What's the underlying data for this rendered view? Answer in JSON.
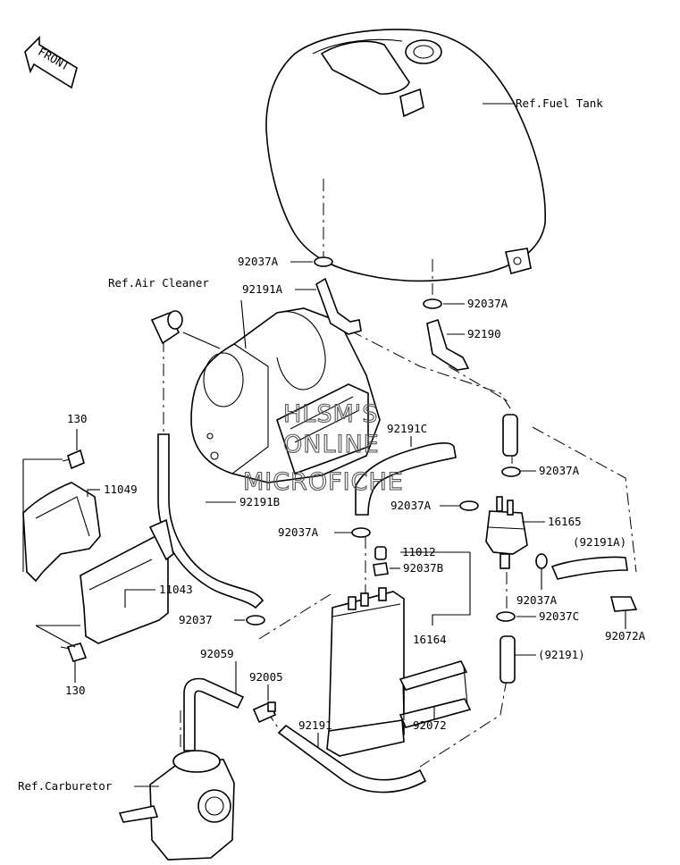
{
  "front_badge": "FRONT",
  "watermark": [
    "HLSM'S",
    "ONLINE",
    "MICROFICHE"
  ],
  "refs": {
    "fuel_tank": "Ref.Fuel Tank",
    "air_cleaner": "Ref.Air Cleaner",
    "carburetor": "Ref.Carburetor"
  },
  "parts": [
    {
      "id": "p92037A_1",
      "label": "92037A"
    },
    {
      "id": "p92191A",
      "label": "92191A"
    },
    {
      "id": "p92037A_2",
      "label": "92037A"
    },
    {
      "id": "p92190",
      "label": "92190"
    },
    {
      "id": "p92191C",
      "label": "92191C"
    },
    {
      "id": "p130_top",
      "label": "130"
    },
    {
      "id": "p11049",
      "label": "11049"
    },
    {
      "id": "p92191B",
      "label": "92191B"
    },
    {
      "id": "p92037A_3",
      "label": "92037A"
    },
    {
      "id": "p92037A_4",
      "label": "92037A"
    },
    {
      "id": "p16165",
      "label": "16165"
    },
    {
      "id": "p92037A_5",
      "label": "92037A"
    },
    {
      "id": "p11012",
      "label": "11012"
    },
    {
      "id": "p92037B",
      "label": "92037B"
    },
    {
      "id": "p92191A_paren",
      "label": "(92191A)"
    },
    {
      "id": "p11043",
      "label": "11043"
    },
    {
      "id": "p92037A_6",
      "label": "92037A"
    },
    {
      "id": "p92037C",
      "label": "92037C"
    },
    {
      "id": "p92072A",
      "label": "92072A"
    },
    {
      "id": "p92037",
      "label": "92037"
    },
    {
      "id": "p16164",
      "label": "16164"
    },
    {
      "id": "p92191_paren",
      "label": "(92191)"
    },
    {
      "id": "p130_bot",
      "label": "130"
    },
    {
      "id": "p92059",
      "label": "92059"
    },
    {
      "id": "p92005",
      "label": "92005"
    },
    {
      "id": "p92191",
      "label": "92191"
    },
    {
      "id": "p92072",
      "label": "92072"
    }
  ]
}
